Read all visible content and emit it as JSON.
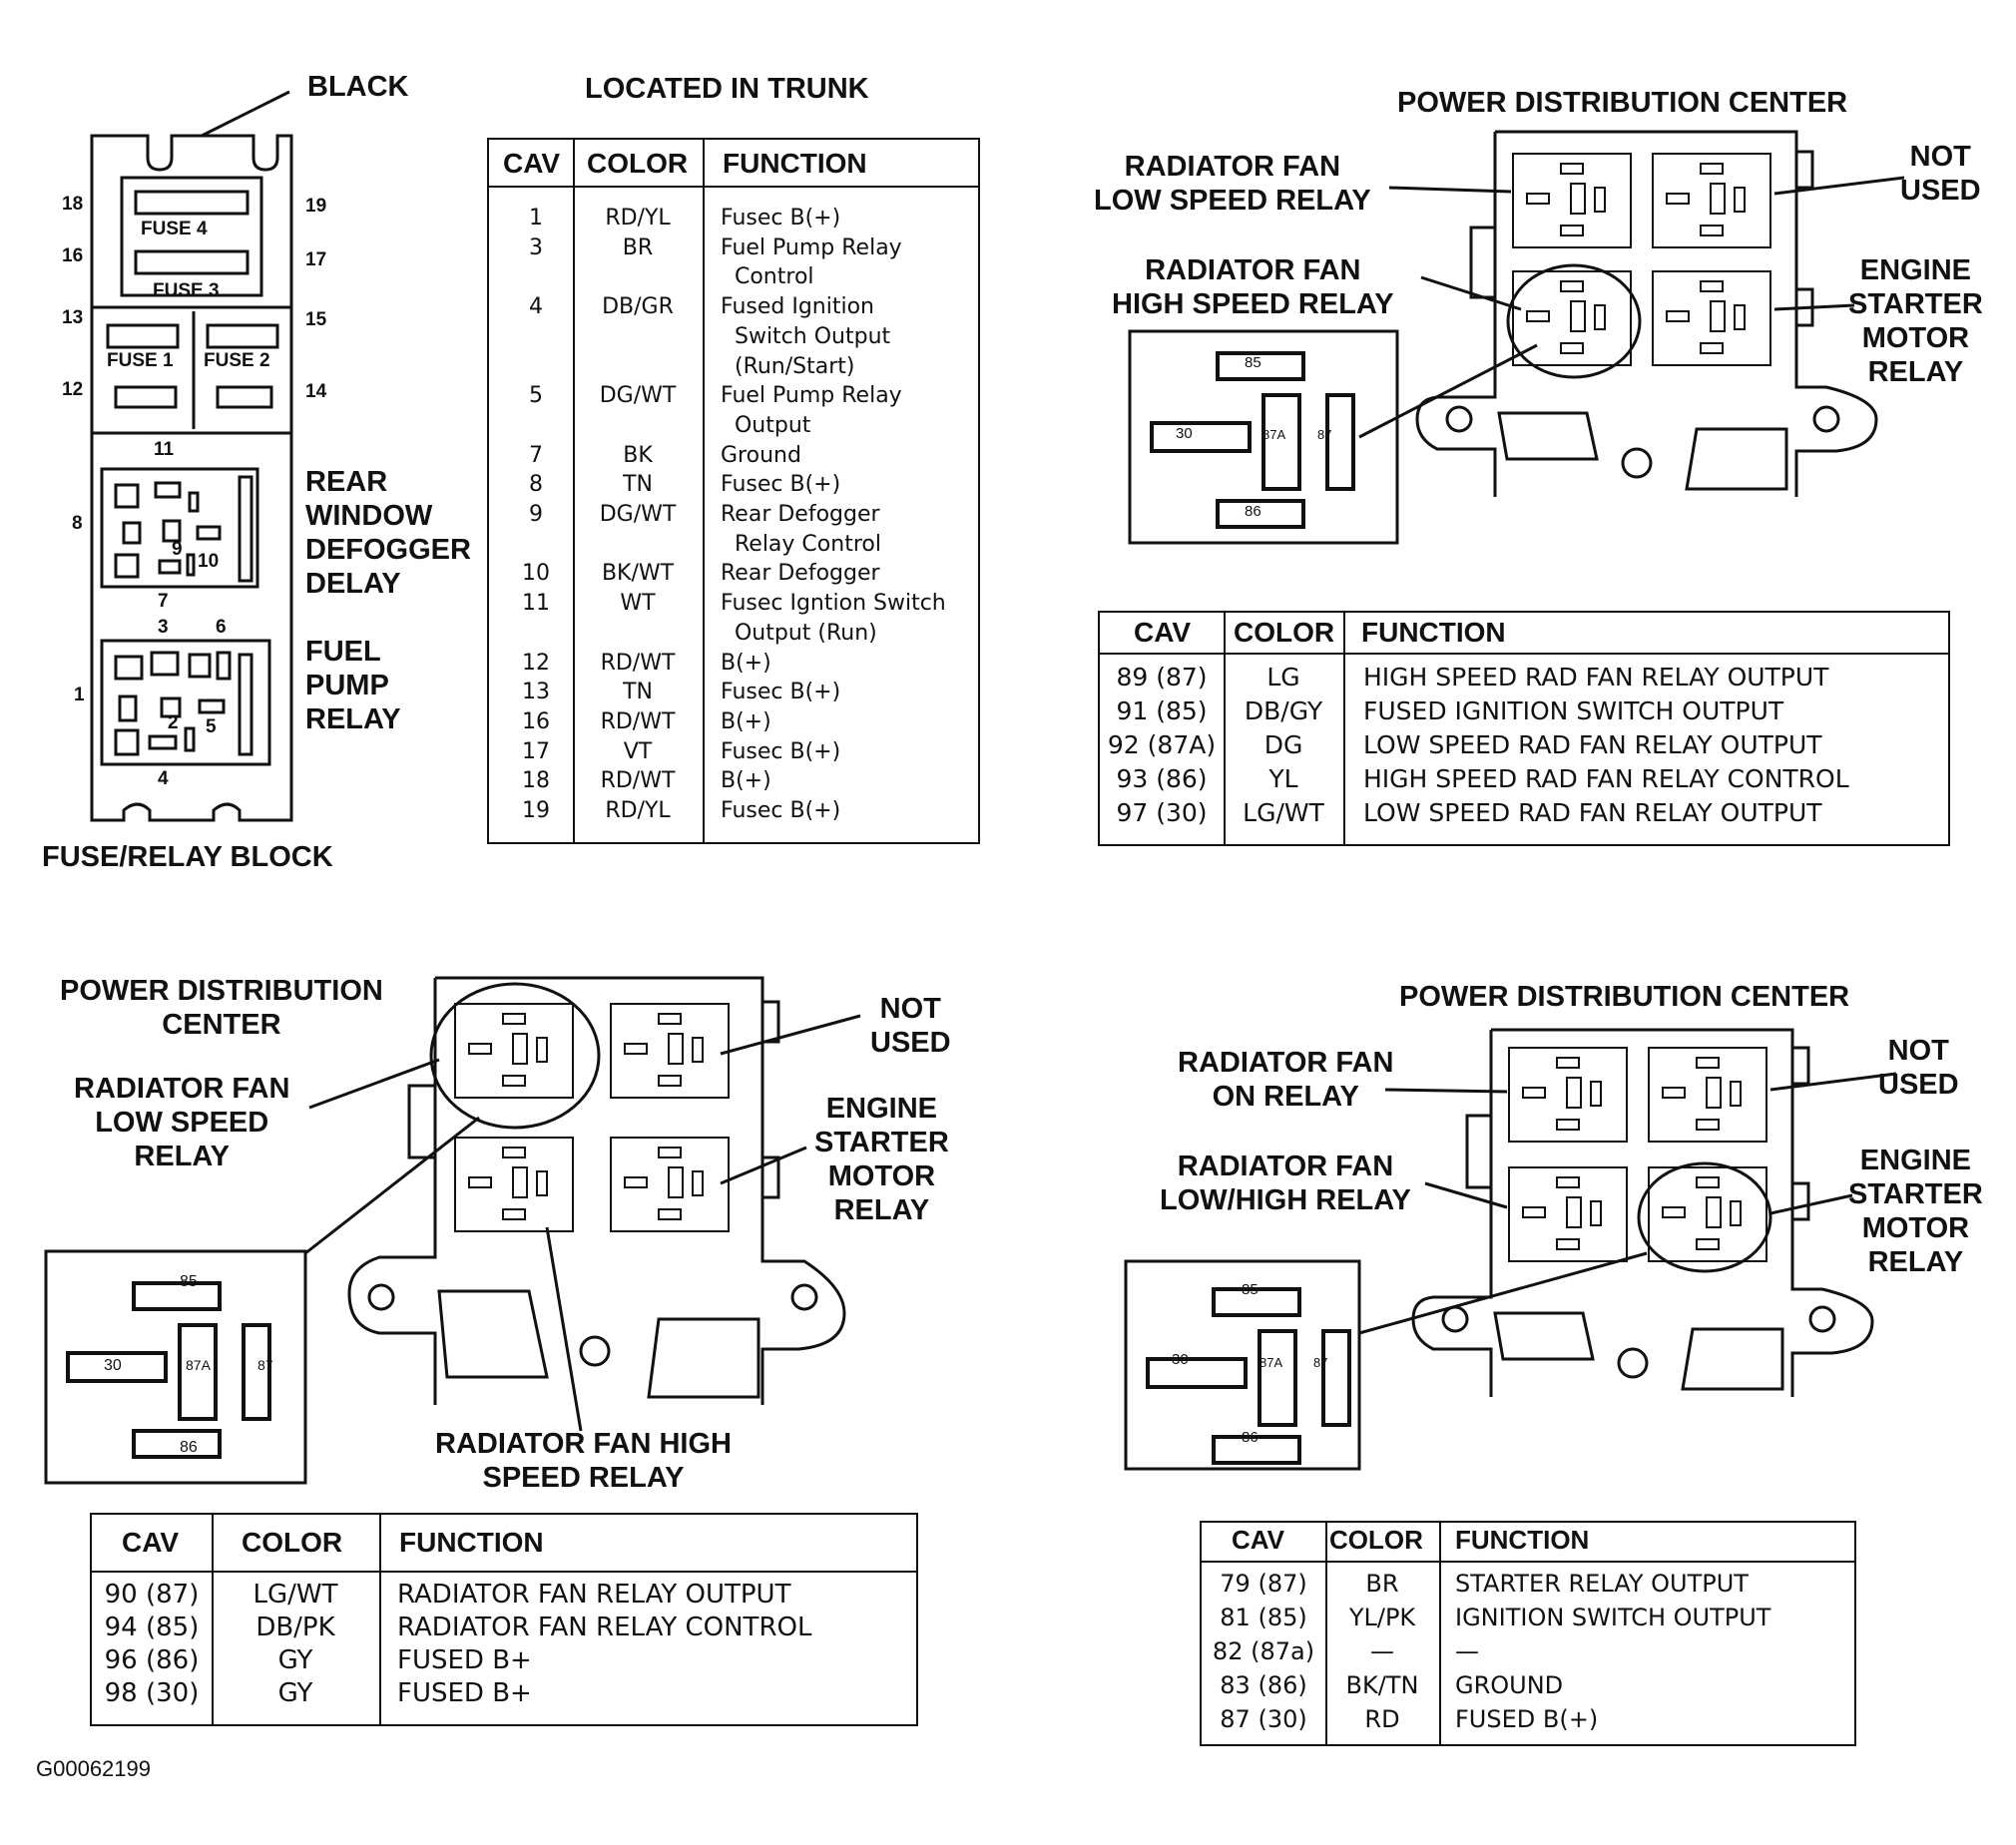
{
  "fuse_block": {
    "black_label": "BLACK",
    "title": "FUSE/RELAY BLOCK",
    "fuse_labels": [
      "FUSE 4",
      "FUSE 3",
      "FUSE 1",
      "FUSE 2"
    ],
    "cavity_numbers": [
      "18",
      "19",
      "16",
      "17",
      "13",
      "15",
      "12",
      "14",
      "11",
      "8",
      "9",
      "10",
      "7",
      "3",
      "6",
      "1",
      "2",
      "5",
      "4"
    ],
    "rear_window_label": "REAR\nWINDOW\nDEFOGGER\nDELAY",
    "fuel_pump_label": "FUEL\nPUMP\nRELAY"
  },
  "trunk_table": {
    "title": "LOCATED IN TRUNK",
    "headers": [
      "CAV",
      "COLOR",
      "FUNCTION"
    ],
    "cav": "1\n3\n\n4\n\n\n5\n\n7\n8\n9\n\n10\n11\n\n12\n13\n16\n17\n18\n19",
    "color": "RD/YL\nBR\n\nDB/GR\n\n\nDG/WT\n\nBK\nTN\nDG/WT\n\nBK/WT\nWT\n\nRD/WT\nTN\nRD/WT\nVT\nRD/WT\nRD/YL",
    "function": "Fusec B(+)\nFuel Pump Relay\n  Control\nFused Ignition\n  Switch Output\n  (Run/Start)\nFuel Pump Relay\n  Output\nGround\nFusec B(+)\nRear Defogger\n  Relay Control\nRear Defogger\nFusec Igntion Switch\n  Output (Run)\nB(+)\nFusec B(+)\nB(+)\nFusec B(+)\nB(+)\nFusec B(+)"
  },
  "pdc_top": {
    "title": "POWER DISTRIBUTION CENTER",
    "low_speed_label": "RADIATOR FAN\nLOW SPEED RELAY",
    "high_speed_label": "RADIATOR FAN\nHIGH SPEED RELAY",
    "not_used_label": "NOT\nUSED",
    "starter_label": "ENGINE\nSTARTER\nMOTOR\nRELAY",
    "pins": [
      "85",
      "30",
      "87A",
      "87",
      "86"
    ],
    "table": {
      "headers": [
        "CAV",
        "COLOR",
        "FUNCTION"
      ],
      "cav": "89 (87)\n91 (85)\n92 (87A)\n93 (86)\n97 (30)",
      "color": "LG\nDB/GY\nDG\nYL\nLG/WT",
      "function": "HIGH SPEED RAD FAN RELAY OUTPUT\nFUSED IGNITION SWITCH OUTPUT\nLOW SPEED RAD FAN RELAY OUTPUT\nHIGH SPEED RAD FAN RELAY CONTROL\nLOW SPEED RAD FAN RELAY OUTPUT"
    }
  },
  "pdc_bottom_left": {
    "title": "POWER DISTRIBUTION\nCENTER",
    "low_speed_label": "RADIATOR FAN\nLOW SPEED\nRELAY",
    "high_speed_label": "RADIATOR FAN HIGH\nSPEED RELAY",
    "not_used_label": "NOT\nUSED",
    "starter_label": "ENGINE\nSTARTER\nMOTOR\nRELAY",
    "pins": [
      "85",
      "30",
      "87A",
      "87",
      "86"
    ],
    "table": {
      "headers": [
        "CAV",
        "COLOR",
        "FUNCTION"
      ],
      "cav": "90 (87)\n94 (85)\n96 (86)\n98 (30)",
      "color": "LG/WT\nDB/PK\nGY\nGY",
      "function": "RADIATOR FAN RELAY OUTPUT\nRADIATOR FAN RELAY CONTROL\nFUSED B+\nFUSED B+"
    }
  },
  "pdc_bottom_right": {
    "title": "POWER DISTRIBUTION CENTER",
    "on_relay_label": "RADIATOR FAN\nON RELAY",
    "low_high_label": "RADIATOR FAN\nLOW/HIGH RELAY",
    "not_used_label": "NOT\nUSED",
    "starter_label": "ENGINE\nSTARTER\nMOTOR\nRELAY",
    "pins": [
      "85",
      "30",
      "87A",
      "87",
      "86"
    ],
    "table": {
      "headers": [
        "CAV",
        "COLOR",
        "FUNCTION"
      ],
      "cav": "79 (87)\n81 (85)\n82 (87a)\n83 (86)\n87 (30)",
      "color": "BR\nYL/PK\n—\nBK/TN\nRD",
      "function": "STARTER RELAY OUTPUT\nIGNITION SWITCH OUTPUT\n—\nGROUND\nFUSED B(+)"
    }
  },
  "figure_id": "G00062199"
}
